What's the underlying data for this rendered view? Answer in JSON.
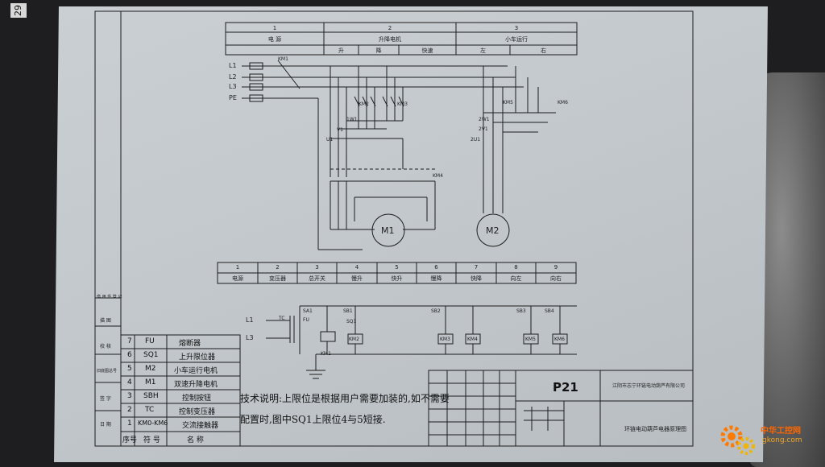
{
  "page_number": "29",
  "top_table": {
    "sections": [
      {
        "no": "1",
        "label": "电 源",
        "subs": []
      },
      {
        "no": "2",
        "label": "升降电机",
        "subs": [
          "升",
          "降",
          "快速"
        ]
      },
      {
        "no": "3",
        "label": "小车运行",
        "subs": [
          "左",
          "右"
        ]
      }
    ]
  },
  "power_labels": [
    "L1",
    "L2",
    "L3",
    "PE"
  ],
  "motors": {
    "m1": "M1",
    "m2": "M2"
  },
  "main_circuit_labels": {
    "km1": "KM1",
    "km2": "KM2",
    "km3": "KM3",
    "km4": "KM4",
    "km5": "KM5",
    "km6": "KM6",
    "w1": "1W1",
    "v1": "V1",
    "u1": "U1",
    "w2": "2W1",
    "v2": "2V1",
    "u2": "2U1"
  },
  "control_table": [
    {
      "no": "1",
      "label": "电源"
    },
    {
      "no": "2",
      "label": "变压器"
    },
    {
      "no": "3",
      "label": "总开关"
    },
    {
      "no": "4",
      "label": "慢升"
    },
    {
      "no": "5",
      "label": "快升"
    },
    {
      "no": "6",
      "label": "慢降"
    },
    {
      "no": "7",
      "label": "快降"
    },
    {
      "no": "8",
      "label": "向左"
    },
    {
      "no": "9",
      "label": "向右"
    }
  ],
  "control_labels": {
    "l1": "L1",
    "l3": "L3",
    "tc": "TC",
    "fu": "FU",
    "sa1": "SA1",
    "sb1": "SB1",
    "sb2": "SB2",
    "sb3": "SB3",
    "sb4": "SB4",
    "sq1": "SQ1",
    "km1": "KM1",
    "km2": "KM2",
    "km3": "KM3",
    "km4": "KM4",
    "km5": "KM5",
    "km6": "KM6"
  },
  "side_labels": [
    "借 用 件 登 记",
    "描 图",
    "校 核",
    "旧底图总号",
    "签 字",
    "日 期"
  ],
  "parts_list": [
    {
      "no": "7",
      "code": "FU",
      "name": "熔断器"
    },
    {
      "no": "6",
      "code": "SQ1",
      "name": "上升限位器"
    },
    {
      "no": "5",
      "code": "M2",
      "name": "小车运行电机"
    },
    {
      "no": "4",
      "code": "M1",
      "name": "双速升降电机"
    },
    {
      "no": "3",
      "code": "SBH",
      "name": "控制按钮"
    },
    {
      "no": "2",
      "code": "TC",
      "name": "控制变压器"
    },
    {
      "no": "1",
      "code": "KM0-KM6",
      "name": "交流接触器"
    }
  ],
  "parts_header": {
    "no": "序号",
    "code": "符 号",
    "name": "名 称"
  },
  "tech_note": {
    "line1": "技术说明:上限位是根据用户需要加装的,如不需要",
    "line2": "配置时,图中SQ1上限位4与5短接."
  },
  "title_block": {
    "drawing_no": "P21",
    "company": "江阴市志宁环链电动葫芦有限公司",
    "drawing_title": "环链电动葫芦电器原理图"
  },
  "watermark": {
    "cn": "中华工控网",
    "url": "gkong.com"
  },
  "colors": {
    "paper": "#c6ccd0",
    "ink": "#1a1a1a",
    "watermark": "#ff6600"
  }
}
